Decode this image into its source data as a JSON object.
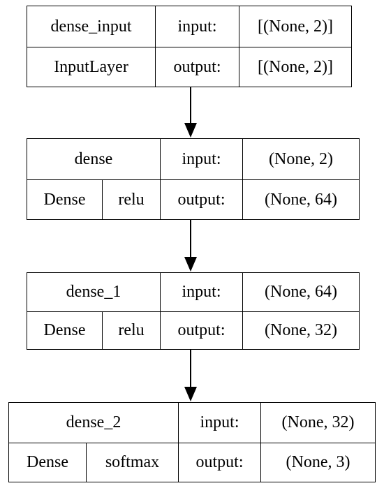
{
  "layers": [
    {
      "name": "dense_input",
      "type": "InputLayer",
      "activation": "",
      "input_label": "input:",
      "input_shape": "[(None, 2)]",
      "output_label": "output:",
      "output_shape": "[(None, 2)]"
    },
    {
      "name": "dense",
      "type": "Dense",
      "activation": "relu",
      "input_label": "input:",
      "input_shape": "(None, 2)",
      "output_label": "output:",
      "output_shape": "(None, 64)"
    },
    {
      "name": "dense_1",
      "type": "Dense",
      "activation": "relu",
      "input_label": "input:",
      "input_shape": "(None, 64)",
      "output_label": "output:",
      "output_shape": "(None, 32)"
    },
    {
      "name": "dense_2",
      "type": "Dense",
      "activation": "softmax",
      "input_label": "input:",
      "input_shape": "(None, 32)",
      "output_label": "output:",
      "output_shape": "(None, 3)"
    }
  ],
  "colors": {
    "stroke": "#000000",
    "background": "#ffffff"
  }
}
